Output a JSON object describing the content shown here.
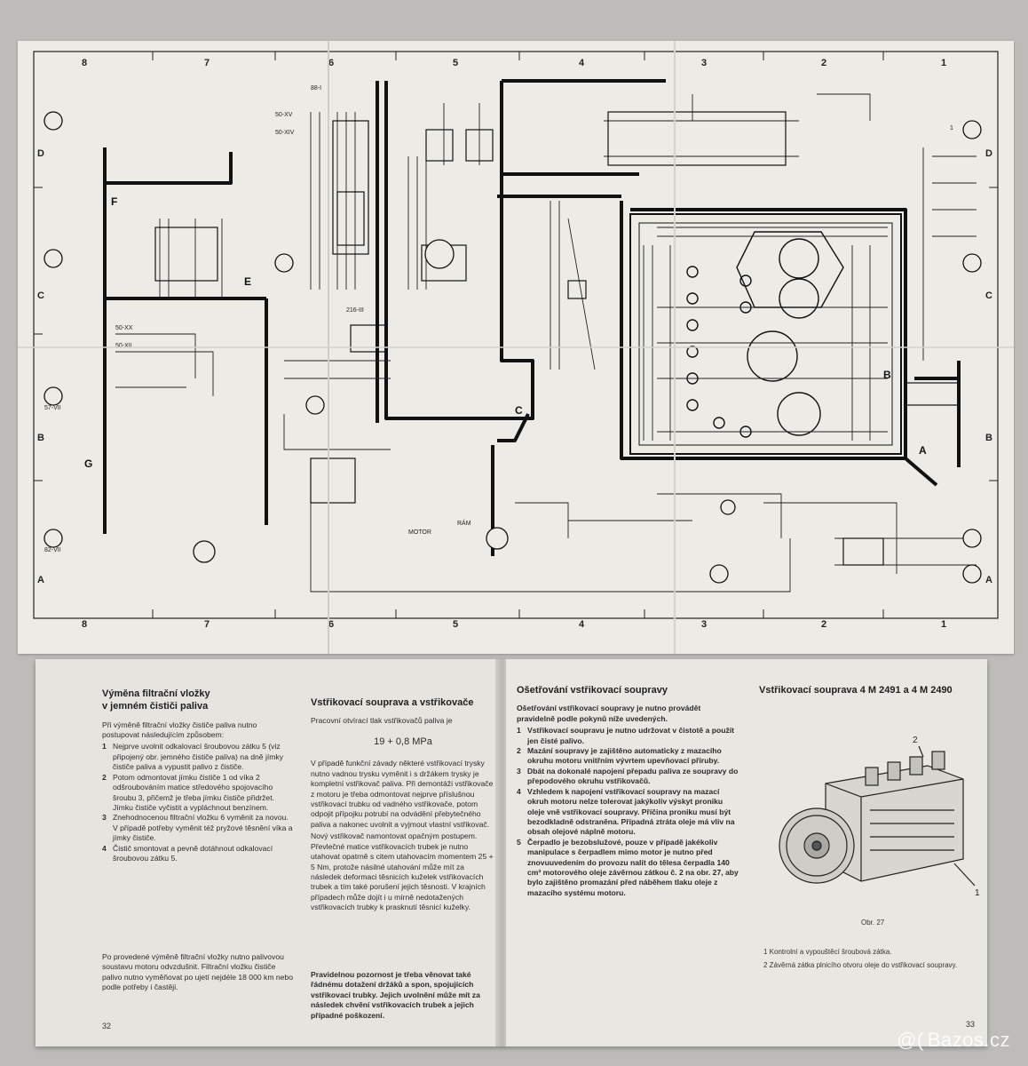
{
  "diagram": {
    "grid_columns_top": [
      "8",
      "7",
      "6",
      "5",
      "4",
      "3",
      "2",
      "1"
    ],
    "grid_columns_bottom": [
      "8",
      "7",
      "6",
      "5",
      "4",
      "3",
      "2",
      "1"
    ],
    "grid_rows_left": [
      "D",
      "C",
      "B",
      "A"
    ],
    "grid_rows_right": [
      "D",
      "C",
      "B",
      "A"
    ],
    "labels": [
      "F",
      "E",
      "G",
      "C",
      "B",
      "A",
      "50-XII",
      "50-XX",
      "82-VII",
      "57-VII",
      "216-III",
      "50-XIV",
      "50-XV",
      "88-I",
      "MOTOR",
      "RÁM",
      "1"
    ]
  },
  "left_page": {
    "col1": {
      "heading_lines": [
        "Výměna filtrační vložky",
        "v jemném čističi paliva"
      ],
      "intro": "Při výměně filtrační vložky čističe paliva nutno postupovat následujícím způsobem:",
      "items": [
        {
          "n": "1",
          "text": "Nejprve uvolnit odkalovací šroubovou zátku 5 (viz připojený obr. jemného čističe paliva) na dně jímky čističe paliva a vypustit palivo z čističe."
        },
        {
          "n": "2",
          "text": "Potom odmontovat jímku čističe 1 od víka 2 odšroubováním matice středového spojovacího šroubu 3, přičemž je třeba jímku čističe přidržet. Jímku čističe vyčistit a vypláchnout benzínem."
        },
        {
          "n": "3",
          "text": "Znehodnocenou filtrační vložku 6 vyměnit za novou. V případě potřeby vyměnit též pryžové těsnění víka a jímky čističe."
        },
        {
          "n": "4",
          "text": "Čistič smontovat a pevně dotáhnout odkalovací šroubovou zátku 5."
        }
      ],
      "bottom": "Po provedené výměně filtrační vložky nutno palivovou soustavu motoru odvzdušnit. Filtrační vložku čističe palivo nutno vyměňovat po ujetí nejdéle 18 000 km nebo podle potřeby i častěji.",
      "page_no": "32"
    },
    "col2": {
      "heading": "Vstřikovací souprava a vstřikovače",
      "p1": "Pracovní otvírací tlak vstřikovačů paliva je",
      "formula": "19 + 0,8 MPa",
      "p2": "V případě funkční závady některé vstřikovací trysky nutno vadnou trysku vyměnit i s držákem trysky je kompletní vstřikovač paliva. Při demontáži vstřikovače z motoru je třeba odmontovat nejprve příslušnou vstřikovací trubku od vadného vstřikovače, potom odpojit přípojku potrubí na odvádění přebytečného paliva a nakonec uvolnit a vyjmout vlastní vstřikovač.",
      "p3": "Nový vstřikovač namontovat opačným postupem. Převlečné matice vstřikovacích trubek je nutno utahovat opatrně s citem utahovacím momentem 25 + 5 Nm, protože násilné utahování může mít za následek deformaci těsnicích kuželek vstřikovacích trubek a tím také porušení jejich těsnosti. V krajních případech může dojít i u mírně nedotažených vstřikovacích trubky k prasknutí těsnicí kuželky.",
      "p4": "Pravidelnou pozornost je třeba věnovat také řádnému dotažení držáků a spon, spojujících vstřikovací trubky. Jejich uvolnění může mít za následek chvění vstřikovacích trubek a jejich případné poškození."
    }
  },
  "right_page": {
    "col1": {
      "heading": "Ošetřování vstřikovací soupravy",
      "intro": "Ošetřování vstřikovací soupravy je nutno provádět pravidelně podle pokynů níže uvedených.",
      "items": [
        {
          "n": "1",
          "text": "Vstřikovací soupravu je nutno udržovat v čistotě a použít jen čisté palivo."
        },
        {
          "n": "2",
          "text": "Mazání soupravy je zajištěno automaticky z mazacího okruhu motoru vnitřním vývrtem upevňovací příruby."
        },
        {
          "n": "3",
          "text": "Dbát na dokonalé napojení přepadu paliva ze soupravy do přepodového okruhu vstřikovačů."
        },
        {
          "n": "4",
          "text": "Vzhledem k napojení vstřikovací soupravy na mazací okruh motoru nelze tolerovat jakýkoliv výskyt proniku oleje vně vstřikovací soupravy. Příčina proniku musí být bezodkladně odstraněna. Případná ztráta oleje má vliv na obsah olejové náplně motoru."
        },
        {
          "n": "5",
          "text": "Čerpadlo je bezobslužové, pouze v případě jakékoliv manipulace s čerpadlem mimo motor je nutno před znovuuvedením do provozu nalít do tělesa čerpadla 140 cm³ motorového oleje závěrnou zátkou č. 2 na obr. 27, aby bylo zajištěno promazání před náběhem tlaku oleje z mazacího systému motoru."
        }
      ]
    },
    "col2": {
      "heading": "Vstřikovací souprava 4 M 2491 a 4 M 2490",
      "fig_label_2": "2",
      "fig_label_1": "1",
      "fig_caption": "Obr. 27",
      "legend": [
        "1 Kontrolní a vypouštěcí šroubová zátka.",
        "2 Závěrná zátka plnicího otvoru oleje do vstřikovací soupravy."
      ],
      "page_no": "33"
    }
  },
  "watermark": "Bazos.cz"
}
